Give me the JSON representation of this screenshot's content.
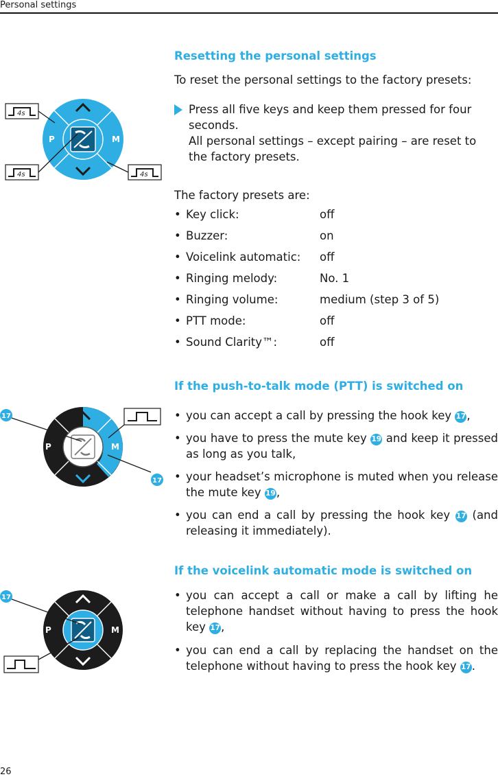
{
  "header": {
    "section": "Personal settings"
  },
  "footer": {
    "page_number": "26"
  },
  "reset": {
    "heading": "Resetting the personal settings",
    "intro": "To reset the personal settings to the factory presets:",
    "step_line1": "Press all five keys and keep them pressed for four seconds.",
    "step_line2": "All personal settings – except pairing – are reset to the factory presets.",
    "presets_intro": "The factory presets are:",
    "presets": [
      {
        "label": "Key click:",
        "value": "off"
      },
      {
        "label": "Buzzer:",
        "value": "on"
      },
      {
        "label": "Voicelink automatic:",
        "value": "off"
      },
      {
        "label": "Ringing melody:",
        "value": "No. 1"
      },
      {
        "label": "Ringing volume:",
        "value": "medium (step 3 of 5)"
      },
      {
        "label": "PTT mode:",
        "value": "off"
      },
      {
        "label": "Sound Clarity™:",
        "value": "off"
      }
    ]
  },
  "ptt": {
    "heading": "If the push-to-talk mode (PTT) is switched on",
    "b1_pre": "you can accept a call by pressing the hook key ",
    "b1_post": ",",
    "b2_pre": "you have to press the mute key ",
    "b2_post": " and keep it pressed as long as you talk,",
    "b3_pre": "your headset’s microphone is muted when you release the mute key ",
    "b3_post": ",",
    "b4_pre": "you can end a call by pressing the hook key ",
    "b4_post": " (and releasing it immediately)."
  },
  "voicelink": {
    "heading": "If the voicelink automatic mode is switched on",
    "b1_pre": "you can accept a call or make a call by lifting he telephone handset without having to press the hook key ",
    "b1_post": ",",
    "b2_pre": "you can end a call by replacing the handset on the telephone without having to press the hook key ",
    "b2_post": "."
  },
  "keys": {
    "hook": "17",
    "mute": "19",
    "p": "P",
    "m": "M",
    "hold": "4s"
  },
  "colors": {
    "accent": "#2eaee2",
    "dark_ring": "#1c1c1c"
  }
}
